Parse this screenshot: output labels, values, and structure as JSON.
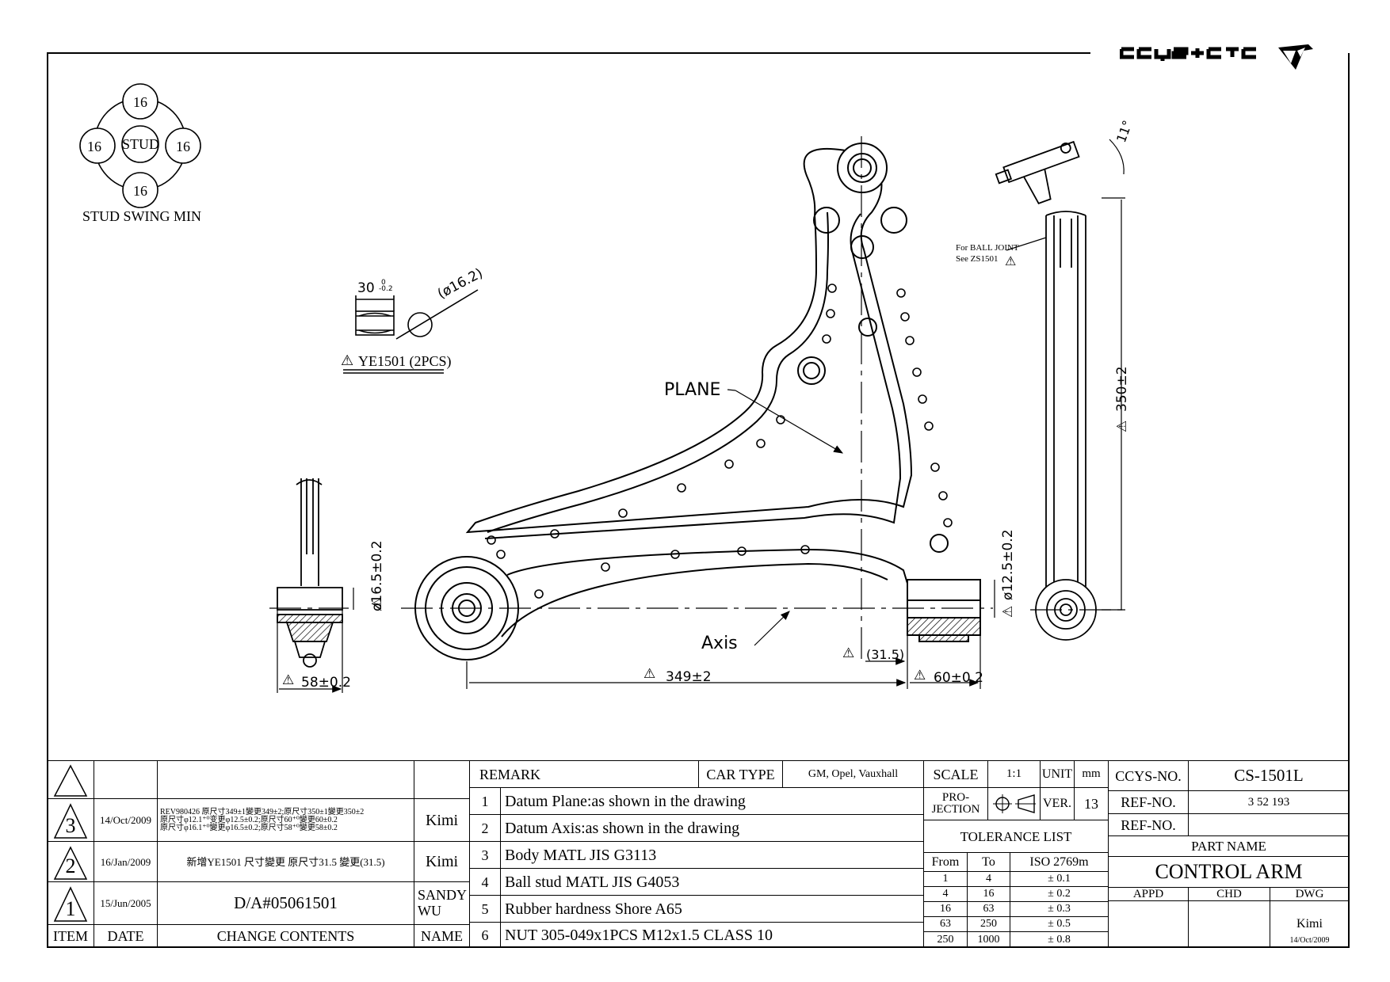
{
  "brand": {
    "logo_text": "CCYS+CTC"
  },
  "stud_swing": {
    "center": "STUD",
    "angles": [
      "16",
      "16",
      "16",
      "16"
    ],
    "degree_mark": "°",
    "caption": "STUD SWING MIN"
  },
  "bushing_note": {
    "length_dim": "30",
    "length_tol": "-0.2",
    "length_tol_upper": "0",
    "diameter": "(ø16.2)",
    "part": "YE1501 (2PCS)"
  },
  "drawing_labels": {
    "plane": "PLANE",
    "axis": "Axis",
    "ball_joint_note_1": "For BALL JOINT",
    "ball_joint_note_2": "See ZS1501",
    "angle": "11°"
  },
  "dimensions": {
    "d_left_bushing": "ø16.5±0.2",
    "width_left": "58±0.2",
    "length_main": "349±2",
    "offset": "(31.5)",
    "width_right": "60±0.2",
    "d_right": "ø12.5±0.2",
    "height_side": "350±2"
  },
  "revisions": [
    {
      "item": "3",
      "date": "14/Oct/2009",
      "lines": [
        "REV980426 原尺寸349±1變更349±2;原尺寸350±1變更350±2",
        "原尺寸φ12.1⁺⁰变更φ12.5±0.2;原尺寸60⁺⁰變更60±0.2",
        "原尺寸φ16.1⁺⁰變更φ16.5±0.2;原尺寸58⁺⁰變更58±0.2"
      ],
      "name": "Kimi"
    },
    {
      "item": "2",
      "date": "16/Jan/2009",
      "lines": [
        "新增YE1501 尺寸變更 原尺寸31.5 變更(31.5)"
      ],
      "name": "Kimi"
    },
    {
      "item": "1",
      "date": "15/Jun/2005",
      "lines": [
        "D/A#05061501"
      ],
      "name": "SANDY WU"
    }
  ],
  "revision_headers": {
    "item": "ITEM",
    "date": "DATE",
    "contents": "CHANGE CONTENTS",
    "name": "NAME"
  },
  "remarks": {
    "header": "REMARK",
    "car_type_label": "CAR TYPE",
    "car_type": "GM, Opel, Vauxhall",
    "items": [
      {
        "no": "1",
        "text": "Datum Plane:as shown in the drawing"
      },
      {
        "no": "2",
        "text": "Datum Axis:as shown in the drawing"
      },
      {
        "no": "3",
        "text": "Body MATL JIS G3113"
      },
      {
        "no": "4",
        "text": "Ball stud MATL JIS G4053"
      },
      {
        "no": "5",
        "text": "Rubber hardness Shore A65"
      },
      {
        "no": "6",
        "text": "NUT 305-049x1PCS M12x1.5 CLASS 10"
      }
    ]
  },
  "spec": {
    "scale_label": "SCALE",
    "scale": "1:1",
    "unit_label": "UNIT",
    "unit": "mm",
    "projection_label_1": "PRO-",
    "projection_label_2": "JECTION",
    "ver_label": "VER.",
    "ver": "13",
    "tolerance_title": "TOLERANCE LIST",
    "tol_headers": [
      "From",
      "To",
      "ISO 2769m"
    ],
    "tolerances": [
      [
        "1",
        "4",
        "± 0.1"
      ],
      [
        "4",
        "16",
        "± 0.2"
      ],
      [
        "16",
        "63",
        "± 0.3"
      ],
      [
        "63",
        "250",
        "± 0.5"
      ],
      [
        "250",
        "1000",
        "± 0.8"
      ]
    ]
  },
  "part": {
    "ccys_label": "CCYS-NO.",
    "ccys_no": "CS-1501L",
    "ref_label_1": "REF-NO.",
    "ref_no_1": "3 52 193",
    "ref_label_2": "REF-NO.",
    "ref_no_2": "",
    "part_name_label": "PART NAME",
    "part_name": "CONTROL ARM",
    "appd": "APPD",
    "chd": "CHD",
    "dwg": "DWG",
    "drawn_by": "Kimi",
    "drawn_date": "14/Oct/2009"
  }
}
